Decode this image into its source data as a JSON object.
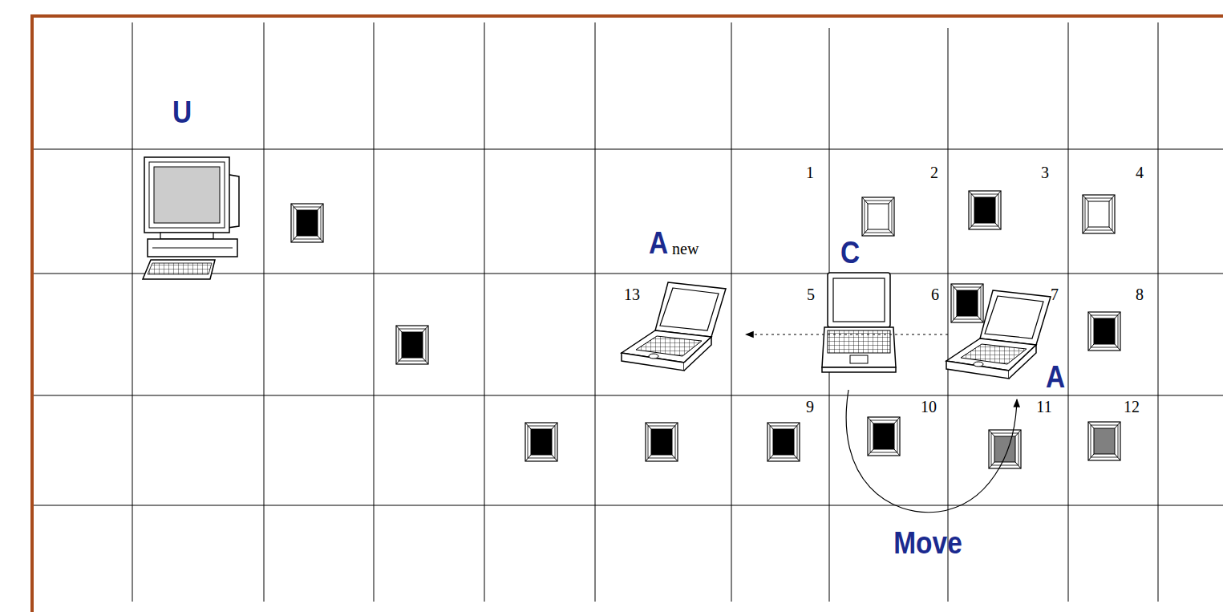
{
  "diagram": {
    "labels": [
      "U",
      "1",
      "2",
      "3",
      "4",
      "A",
      "new",
      "C",
      "13",
      "5",
      "6",
      "7",
      "8",
      "A",
      "9",
      "10",
      "11",
      "12",
      "Move"
    ]
  }
}
